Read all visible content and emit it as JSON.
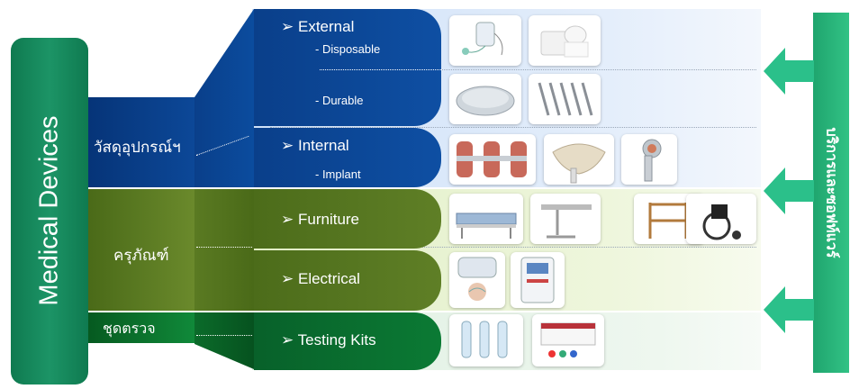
{
  "main_label": "Medical Devices",
  "side_label": "บริการและซอฟท์แวร์",
  "categories": [
    {
      "label": "วัสดุอุปกรณ์ฯ",
      "color": "#0a3f8a"
    },
    {
      "label": "ครุภัณฑ์",
      "color": "#4f6e1c"
    },
    {
      "label": "ชุดตรวจ",
      "color": "#0b6b2a"
    }
  ],
  "items": [
    {
      "title": "External",
      "sub": "- Disposable"
    },
    {
      "title": "",
      "sub": "- Durable"
    },
    {
      "title": "Internal",
      "sub": "- Implant"
    },
    {
      "title": "Furniture",
      "sub": ""
    },
    {
      "title": "Electrical",
      "sub": ""
    },
    {
      "title": "Testing Kits",
      "sub": ""
    }
  ],
  "bullet": "➢",
  "images": [
    {
      "row": "external",
      "name": "iv-bag-set-image"
    },
    {
      "row": "external",
      "name": "bandage-roll-image"
    },
    {
      "row": "durable",
      "name": "metal-tray-image"
    },
    {
      "row": "durable",
      "name": "surgical-instruments-image"
    },
    {
      "row": "internal",
      "name": "knee-implant-image"
    },
    {
      "row": "internal",
      "name": "hip-bone-image"
    },
    {
      "row": "internal",
      "name": "hip-implant-image"
    },
    {
      "row": "furniture",
      "name": "hospital-bed-image"
    },
    {
      "row": "furniture",
      "name": "overbed-table-image"
    },
    {
      "row": "furniture",
      "name": "walker-image"
    },
    {
      "row": "furniture",
      "name": "wheelchair-image"
    },
    {
      "row": "electrical",
      "name": "cpap-machine-image"
    },
    {
      "row": "electrical",
      "name": "infusion-pump-image"
    },
    {
      "row": "testing",
      "name": "test-tube-kit-image"
    },
    {
      "row": "testing",
      "name": "test-kit-box-image"
    }
  ],
  "colors": {
    "main_green": "#1a8a5a",
    "side_green": "#24b27a",
    "arrow_green": "#2cc28a",
    "blue_band": "#dbe9fb",
    "green_band": "#eef6dc"
  }
}
